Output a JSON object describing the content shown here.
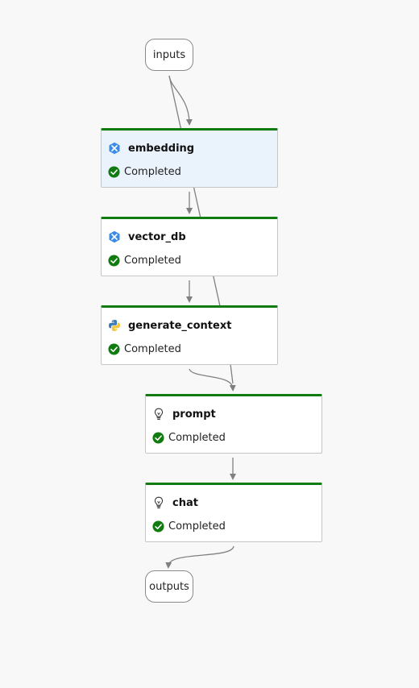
{
  "inputs_label": "inputs",
  "outputs_label": "outputs",
  "status_color": "#107c10",
  "nodes": [
    {
      "title": "embedding",
      "icon": "embedding-tool-icon",
      "status": "Completed"
    },
    {
      "title": "vector_db",
      "icon": "vector-db-tool-icon",
      "status": "Completed"
    },
    {
      "title": "generate_context",
      "icon": "python-icon",
      "status": "Completed"
    },
    {
      "title": "prompt",
      "icon": "lightbulb-icon",
      "status": "Completed"
    },
    {
      "title": "chat",
      "icon": "lightbulb-icon",
      "status": "Completed"
    }
  ]
}
